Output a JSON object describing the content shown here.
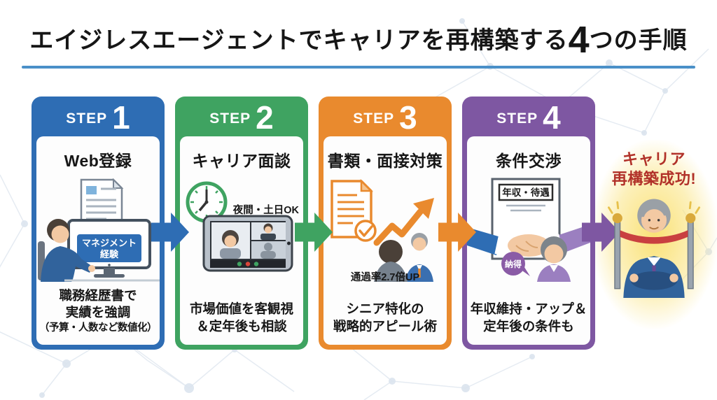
{
  "header": {
    "title_prefix": "エイジレスエージェントでキャリアを再構築する",
    "title_big_number": "4",
    "title_suffix": "つの手順",
    "underline_color": "#4a90c8"
  },
  "steps": [
    {
      "step_label": "STEP",
      "step_number": "1",
      "accent_color": "#2e6db4",
      "title": "Web登録",
      "illustration": "senior-man-registering-on-computer",
      "screen_label_line1": "マネジメント",
      "screen_label_line2": "経験",
      "caption": {
        "l1": "職務経歴書で",
        "l2": "実績を強調",
        "l3": "（予算・人数など数値化）"
      }
    },
    {
      "step_label": "STEP",
      "step_number": "2",
      "accent_color": "#3fa361",
      "title": "キャリア面談",
      "illustration": "clock-and-online-video-interview",
      "badge": "夜間・土日OK",
      "caption": {
        "l1": "市場価値を客観視",
        "l2": "＆定年後も相談"
      }
    },
    {
      "step_label": "STEP",
      "step_number": "3",
      "accent_color": "#e98a2e",
      "title": "書類・面接対策",
      "illustration": "checked-document-growth-arrow-interview",
      "badge": "通過率2.7倍UP",
      "caption": {
        "l1": "シニア特化の",
        "l2": "戦略的アピール術"
      }
    },
    {
      "step_label": "STEP",
      "step_number": "4",
      "accent_color": "#7e57a2",
      "title": "条件交渉",
      "illustration": "handshake-over-contract",
      "paper_label": "年収・待遇",
      "bubble_label": "納得",
      "caption": {
        "l1": "年収維持・アップ＆",
        "l2": "定年後の条件も"
      }
    }
  ],
  "arrows": [
    {
      "color": "#2e6db4"
    },
    {
      "color": "#3fa361"
    },
    {
      "color": "#e98a2e"
    },
    {
      "color": "#7e57a2"
    }
  ],
  "goal": {
    "line1": "キャリア",
    "line2": "再構築成功!",
    "text_color": "#b13129",
    "illustration": "confident-senior-man-arms-crossed-red-rope"
  }
}
